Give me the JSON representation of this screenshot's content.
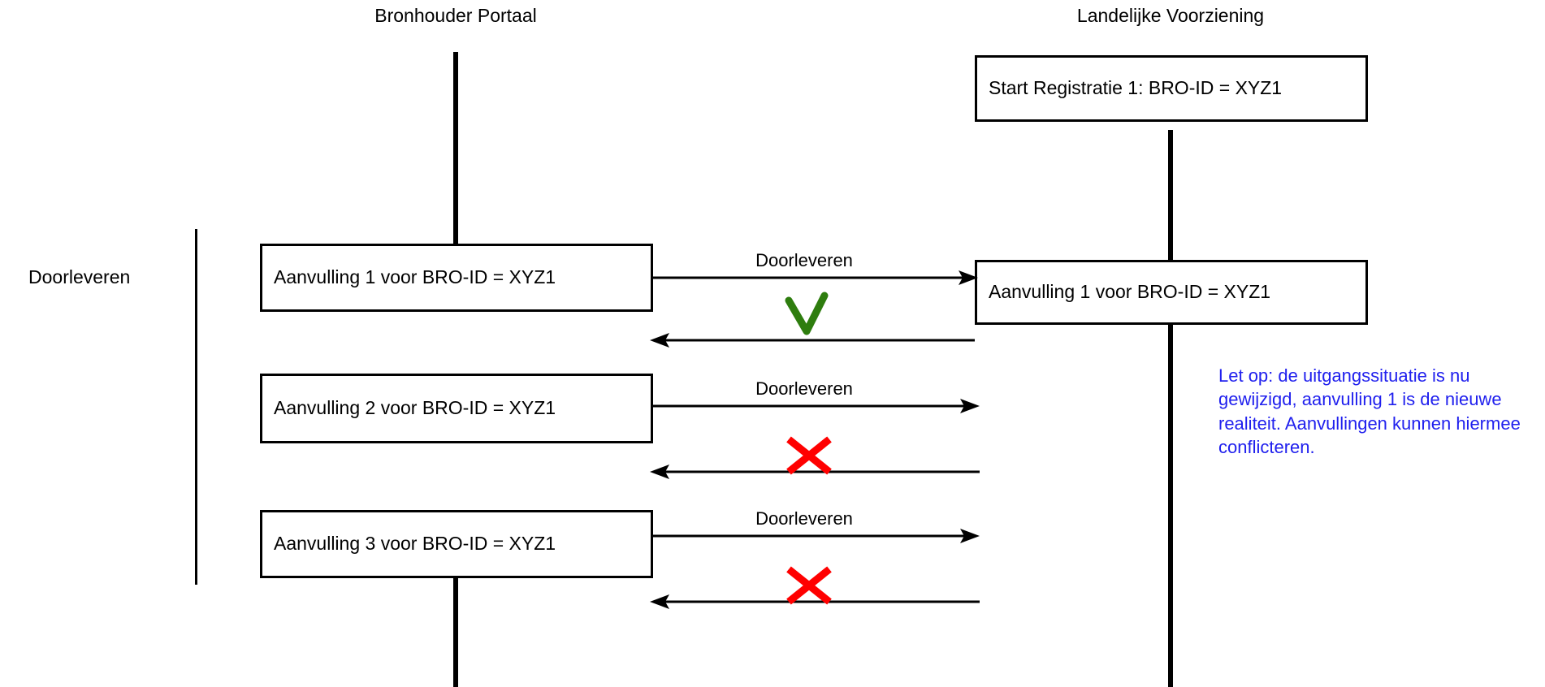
{
  "diagram": {
    "title_hidden": "",
    "colors": {
      "line": "#000000",
      "note_text": "#2020EE",
      "success_mark": "#2E7D0E",
      "failure_mark": "#FF0000",
      "box_fill": "#FFFFFF"
    },
    "lanes": [
      {
        "id": "bronhouder",
        "label": "Bronhouder Portaal"
      },
      {
        "id": "landelijke",
        "label": "Landelijke Voorziening"
      }
    ],
    "phase": {
      "label": "Doorleveren"
    },
    "boxes": [
      {
        "id": "start-registratie",
        "lane": "landelijke",
        "label": "Start Registratie 1: BRO-ID = XYZ1"
      },
      {
        "id": "aanvulling-1-left",
        "lane": "bronhouder",
        "label": "Aanvulling 1 voor BRO-ID = XYZ1"
      },
      {
        "id": "aanvulling-1-right",
        "lane": "landelijke",
        "label": "Aanvulling 1 voor BRO-ID = XYZ1"
      },
      {
        "id": "aanvulling-2-left",
        "lane": "bronhouder",
        "label": "Aanvulling 2 voor BRO-ID = XYZ1"
      },
      {
        "id": "aanvulling-3-left",
        "lane": "bronhouder",
        "label": "Aanvulling 3 voor BRO-ID = XYZ1"
      }
    ],
    "messages": [
      {
        "id": "msg-1-request",
        "label": "Doorleveren",
        "direction": "right",
        "result": null
      },
      {
        "id": "msg-1-response",
        "label": "",
        "direction": "left",
        "result": "success"
      },
      {
        "id": "msg-2-request",
        "label": "Doorleveren",
        "direction": "right",
        "result": null
      },
      {
        "id": "msg-2-response",
        "label": "",
        "direction": "left",
        "result": "failure"
      },
      {
        "id": "msg-3-request",
        "label": "Doorleveren",
        "direction": "right",
        "result": null
      },
      {
        "id": "msg-3-response",
        "label": "",
        "direction": "left",
        "result": "failure"
      }
    ],
    "marks": {
      "success_name": "green-check-mark",
      "failure_name": "red-cross-mark"
    },
    "note": {
      "text": "Let op: de uitgangssituatie is nu gewijzigd, aanvulling 1 is de nieuwe realiteit. Aanvullingen kunnen hiermee conflicteren."
    }
  }
}
